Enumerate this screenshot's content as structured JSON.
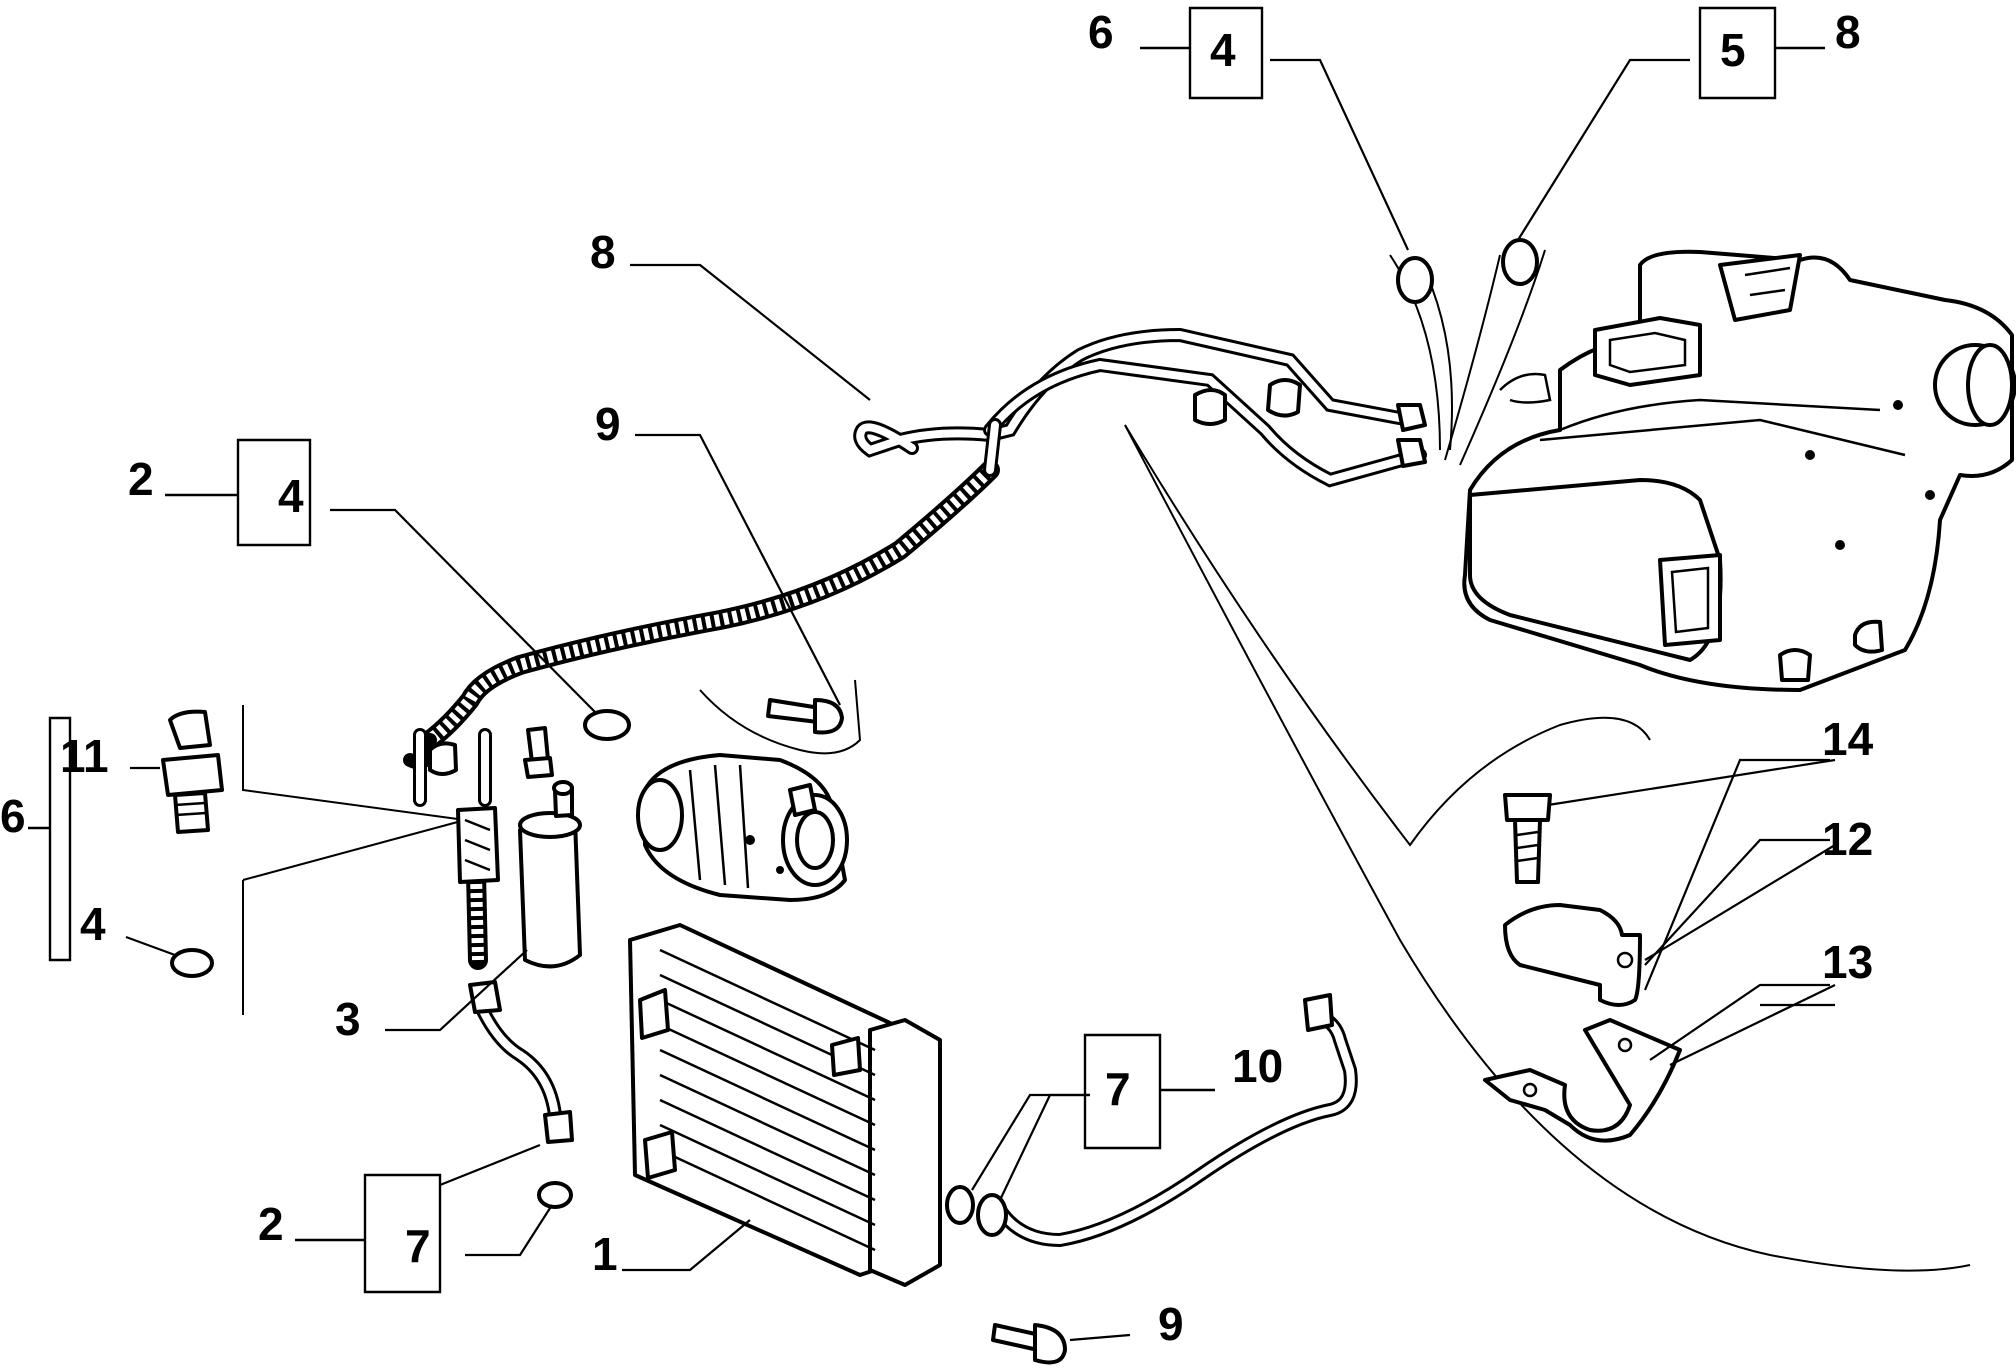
{
  "callouts": {
    "radiator": "1",
    "drier_bracket": "2",
    "drier": "3",
    "drier_seal_group": "4",
    "evap_seal_left": "4",
    "evap_seal_left_group": "6",
    "evap_seal_right": "5",
    "evap_seal_right_group": "8",
    "switch_group": "6",
    "pressure_switch": "11",
    "switch_seal": "4",
    "lower_seal_bracket": "2",
    "lower_seal": "7",
    "hose_assembly": "8",
    "compressor_bolt": "9",
    "lower_bolt": "9",
    "condenser_pipe": "10",
    "condenser_seal": "7",
    "clamp_bolt": "14",
    "rubber_block": "12",
    "clamp": "13"
  }
}
